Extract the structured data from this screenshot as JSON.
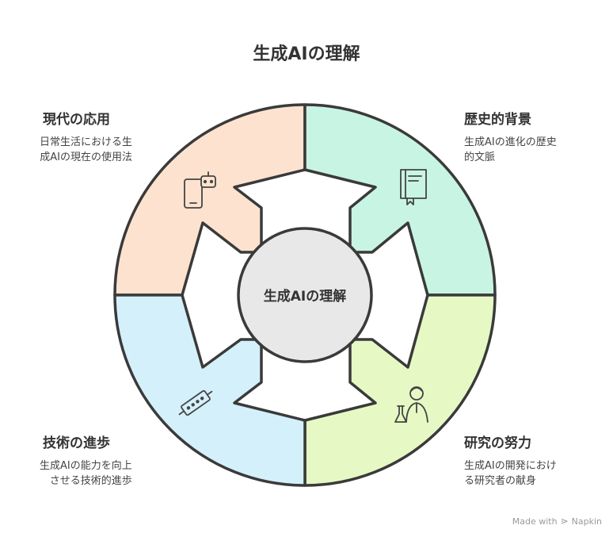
{
  "title": "生成AIの理解",
  "center_label": "生成AIの理解",
  "quadrants": [
    {
      "key": "modern",
      "heading": "現代の応用",
      "desc_lines": [
        "日常生活における生",
        "成AIの現在の使用法"
      ],
      "color": "#fde3cf",
      "icon": "smartphone-robot-icon"
    },
    {
      "key": "history",
      "heading": "歴史的背景",
      "desc_lines": [
        "生成AIの進化の歴史",
        "的文脈"
      ],
      "color": "#c8f5e3",
      "icon": "book-icon"
    },
    {
      "key": "tech",
      "heading": "技術の進歩",
      "desc_lines": [
        "生成AIの能力を向上",
        "させる技術的進歩"
      ],
      "color": "#d4f0fb",
      "icon": "circuit-chip-icon"
    },
    {
      "key": "research",
      "heading": "研究の努力",
      "desc_lines": [
        "生成AIの開発におけ",
        "る研究者の献身"
      ],
      "color": "#e6f9c4",
      "icon": "scientist-icon"
    }
  ],
  "center_color": "#e8e8e8",
  "stroke_color": "#3a3a3a",
  "footer": {
    "made_with": "Made with",
    "brand": "Napkin"
  }
}
